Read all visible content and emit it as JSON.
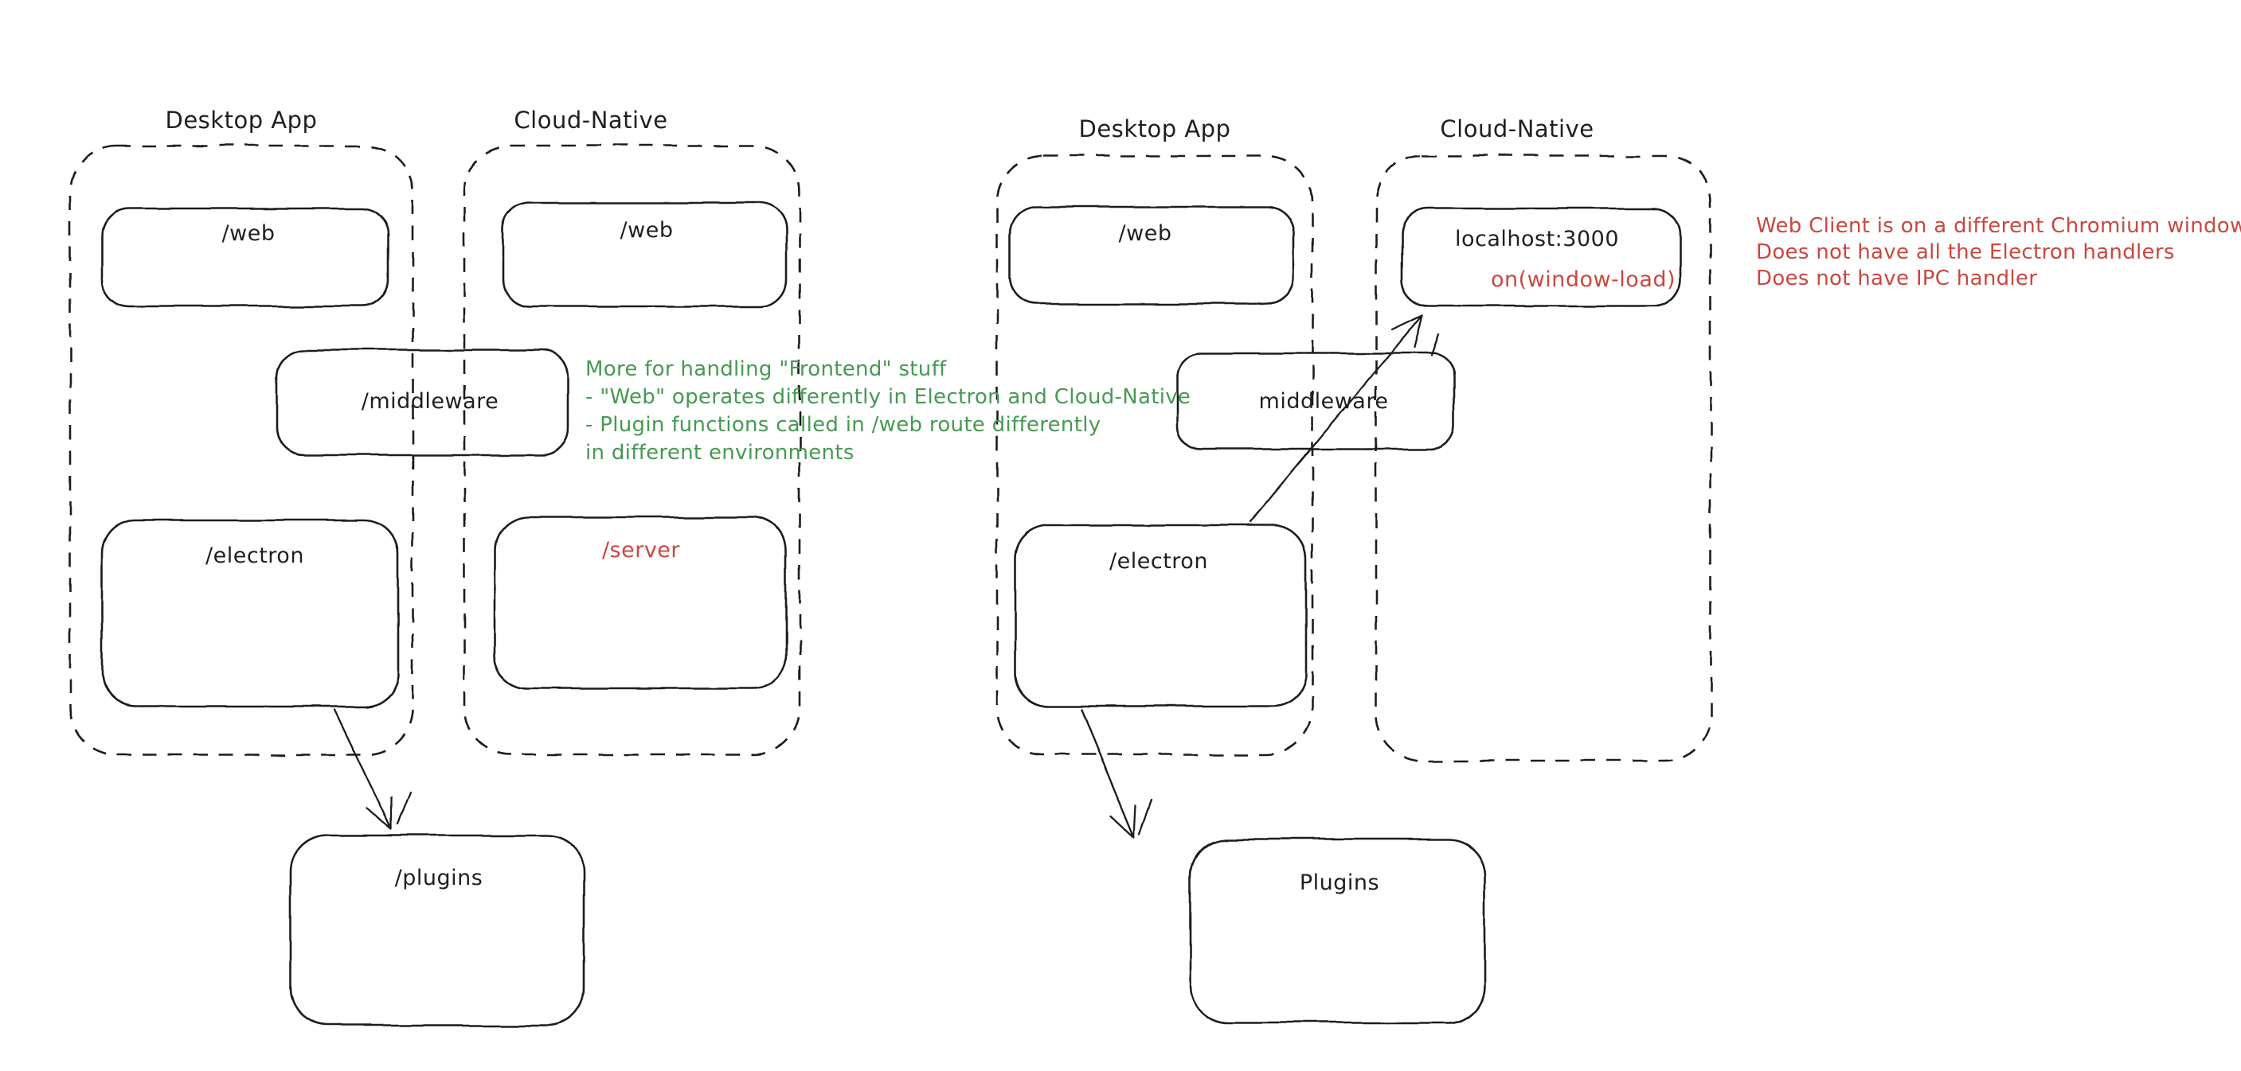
{
  "canvas": {
    "background": "#ffffff",
    "ink_color": "#1f1f1f",
    "red_color": "#cb473e",
    "green_color": "#459a52"
  },
  "left_diagram": {
    "desktop_label": "Desktop App",
    "cloud_label": "Cloud-Native",
    "boxes": {
      "web_desktop": "/web",
      "web_cloud": "/web",
      "middleware": "/middleware",
      "electron": "/electron",
      "server": "/server",
      "plugins": "/plugins"
    }
  },
  "right_diagram": {
    "desktop_label": "Desktop App",
    "cloud_label": "Cloud-Native",
    "boxes": {
      "web": "/web",
      "middleware": "middleware",
      "electron": "/electron",
      "localhost": "localhost:3000",
      "window_load": "on(window-load)",
      "plugins": "Plugins"
    }
  },
  "annotations": {
    "green": {
      "color": "#459a52",
      "lines": [
        "More for handling \"Frontend\" stuff",
        "- \"Web\" operates differently in Electron and Cloud-Native",
        "- Plugin functions called in /web route differently",
        "in different environments"
      ]
    },
    "red": {
      "color": "#cb473e",
      "lines": [
        "Web Client is on a different Chromium window",
        "Does not have all the Electron handlers",
        "Does not have IPC handler"
      ]
    }
  }
}
